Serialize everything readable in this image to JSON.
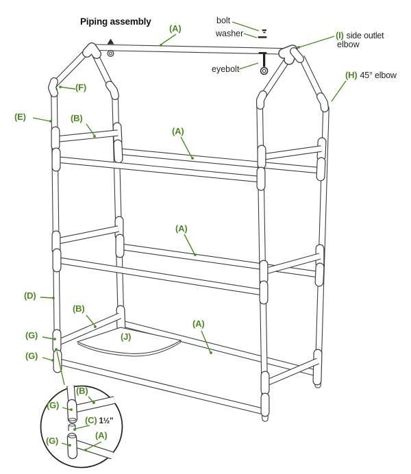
{
  "title": "Piping assembly",
  "colors": {
    "label_green": "#4a8b1e",
    "line_dark": "#3d3d3c",
    "text_black": "#1f1f1d",
    "background": "#ffffff"
  },
  "labels": {
    "part_a": "(A)",
    "part_b": "(B)",
    "part_c": "(C)",
    "part_d": "(D)",
    "part_e": "(E)",
    "part_f": "(F)",
    "part_g": "(G)",
    "part_h": "(H)",
    "part_i": "(I)",
    "part_j": "(J)",
    "bolt": "bolt",
    "washer": "washer",
    "eyebolt": "eyebolt",
    "side_outlet": "side outlet",
    "side_outlet_line2": "elbow",
    "elbow_45": "45° elbow",
    "coupling_size": "1½\""
  }
}
